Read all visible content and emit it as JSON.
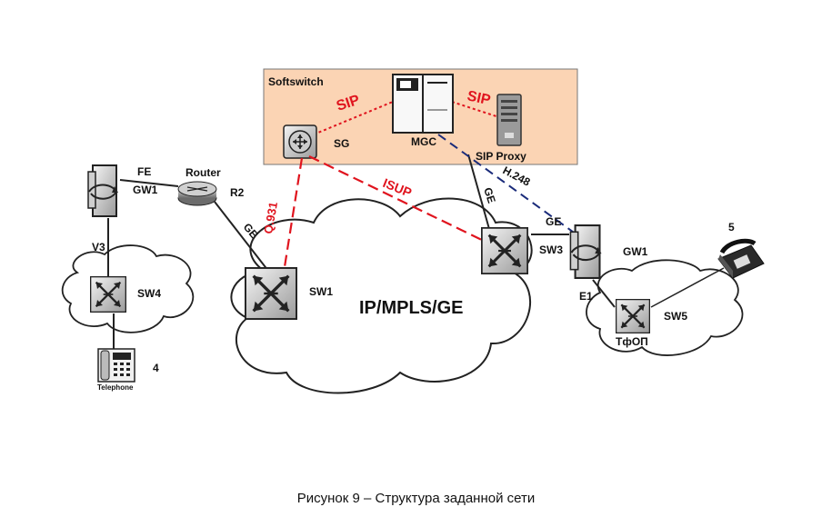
{
  "diagram": {
    "softswitch": {
      "title": "Softswitch",
      "sg": "SG",
      "mgc": "MGC",
      "sip_proxy": "SIP Proxy",
      "sip_left": "SIP",
      "sip_right": "SIP"
    },
    "protocols": {
      "q931": "Q.931",
      "isup": "ISUP",
      "h248": "H.248"
    },
    "links": {
      "fe": "FE",
      "ge_r2_sw1": "GE",
      "ge_mgc_sw3": "GE",
      "ge_sw3_gw1": "GE",
      "v3": "V3",
      "e1": "E1"
    },
    "nodes": {
      "gw1_left": "GW1",
      "router": "Router",
      "r2": "R2",
      "sw1": "SW1",
      "sw3": "SW3",
      "gw1_right": "GW1",
      "sw4": "SW4",
      "sw5": "SW5",
      "tfop": "ТфОП",
      "telephone_caption": "Telephone",
      "phone4": "4",
      "phone5": "5"
    },
    "core_network": "IP/MPLS/GE"
  },
  "caption": "Рисунок 9 – Структура заданной сети",
  "colors": {
    "softswitch_bg": "#fbd4b4",
    "protocol_red": "#e0141e",
    "h248_blue": "#1a2b7a"
  }
}
